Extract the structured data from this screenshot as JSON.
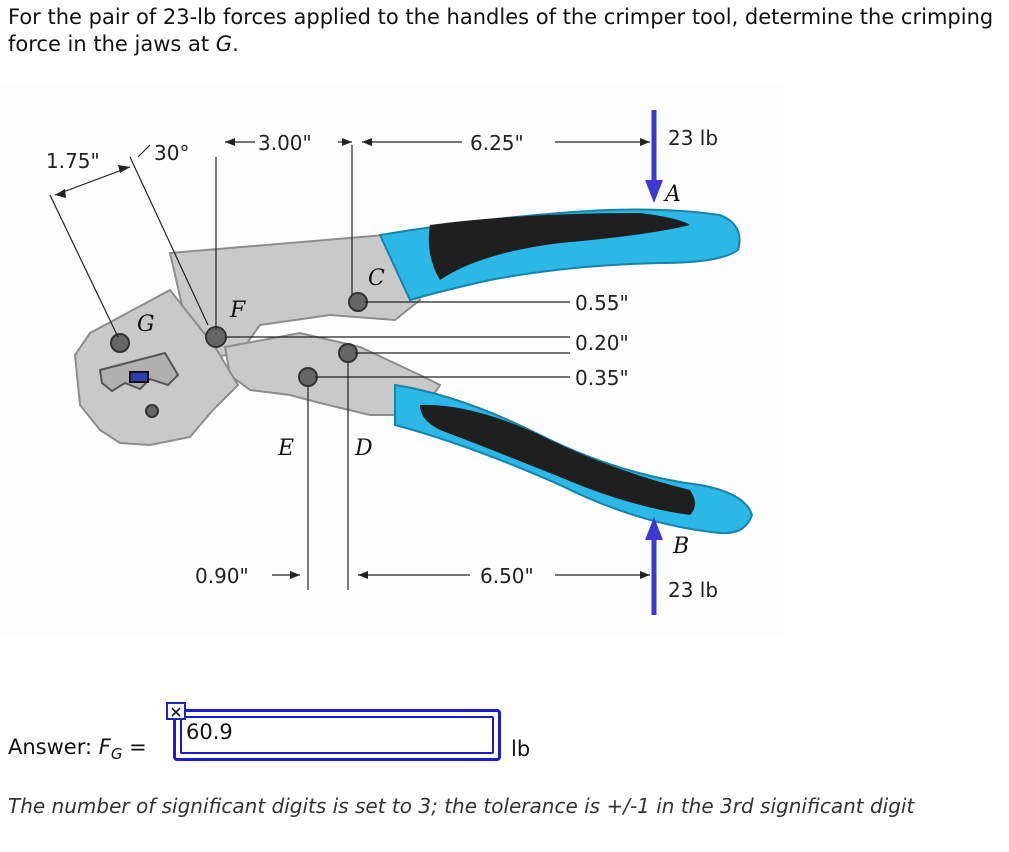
{
  "question": {
    "text_before": "For the pair of 23-lb forces applied to the handles of the crimper tool, determine the crimping force in the jaws at ",
    "point": "G",
    "text_after": "."
  },
  "figure": {
    "dims": {
      "d_175": "1.75\"",
      "angle": "30°",
      "d_300": "3.00\"",
      "d_625": "6.25\"",
      "d_055": "0.55\"",
      "d_020": "0.20\"",
      "d_035": "0.35\"",
      "d_090": "0.90\"",
      "d_650": "6.50\""
    },
    "forces": {
      "top": "23 lb",
      "bottom": "23 lb"
    },
    "points": {
      "A": "A",
      "B": "B",
      "C": "C",
      "D": "D",
      "E": "E",
      "F": "F",
      "G": "G"
    },
    "colors": {
      "handle": "#2bb8e6",
      "grip": "#1f1f1f",
      "arrow": "#3a3ad0",
      "body": "#c9c9c9"
    }
  },
  "answer": {
    "label_prefix": "Answer: ",
    "label_var": "F",
    "label_sub": "G",
    "label_eq": " =",
    "value": "60.9",
    "unit": "lb",
    "badge": "✕"
  },
  "note": "The number of significant digits is set to 3; the tolerance is +/-1 in the 3rd significant digit"
}
